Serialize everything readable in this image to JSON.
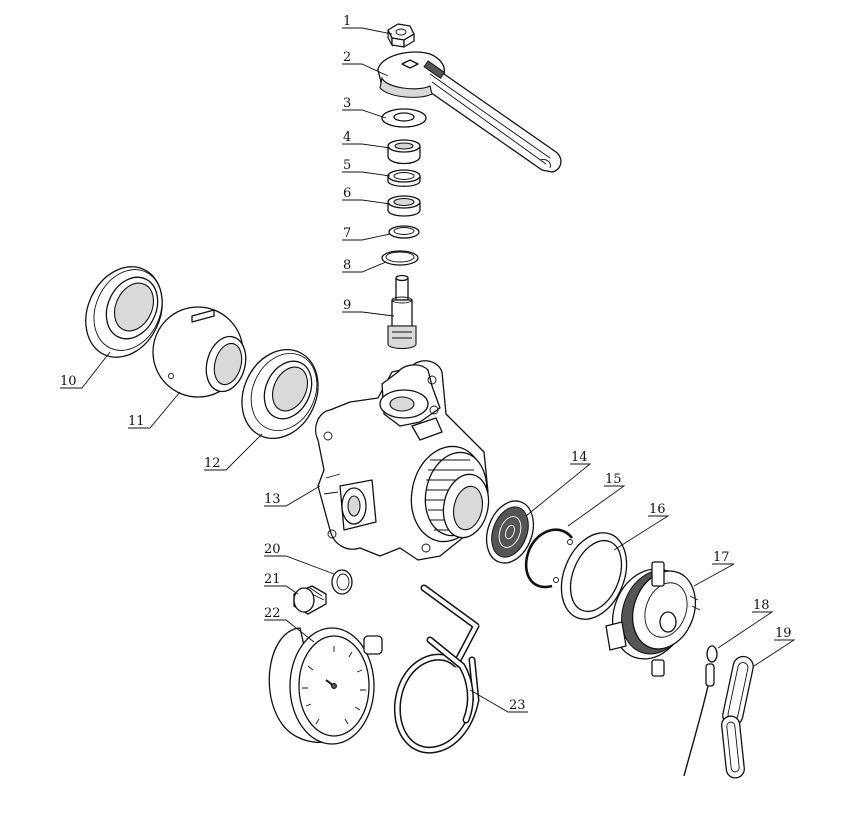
{
  "diagram": {
    "callouts": [
      {
        "id": "1",
        "text": "1"
      },
      {
        "id": "2",
        "text": "2"
      },
      {
        "id": "3",
        "text": "3"
      },
      {
        "id": "4",
        "text": "4"
      },
      {
        "id": "5",
        "text": "5"
      },
      {
        "id": "6",
        "text": "6"
      },
      {
        "id": "7",
        "text": "7"
      },
      {
        "id": "8",
        "text": "8"
      },
      {
        "id": "9",
        "text": "9"
      },
      {
        "id": "10",
        "text": "10"
      },
      {
        "id": "11",
        "text": "11"
      },
      {
        "id": "12",
        "text": "12"
      },
      {
        "id": "13",
        "text": "13"
      },
      {
        "id": "14",
        "text": "14"
      },
      {
        "id": "15",
        "text": "15"
      },
      {
        "id": "16",
        "text": "16"
      },
      {
        "id": "17",
        "text": "17"
      },
      {
        "id": "18",
        "text": "18"
      },
      {
        "id": "19",
        "text": "19"
      },
      {
        "id": "20",
        "text": "20"
      },
      {
        "id": "21",
        "text": "21"
      },
      {
        "id": "22",
        "text": "22"
      },
      {
        "id": "23",
        "text": "23"
      }
    ],
    "line_color": "#111111",
    "background": "#ffffff"
  }
}
